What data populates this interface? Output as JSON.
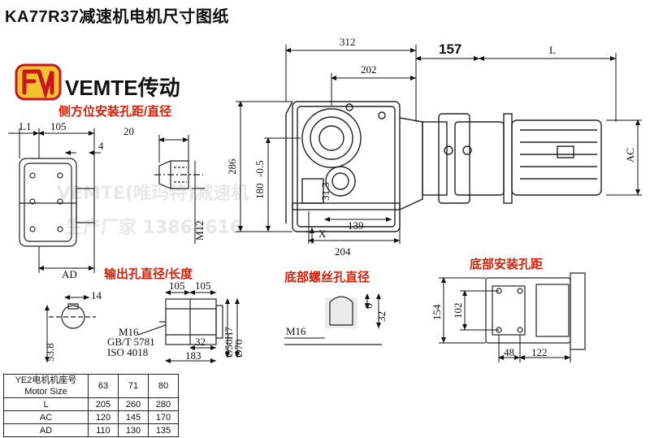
{
  "title": "KA77R37减速机电机尺寸图纸",
  "brand": {
    "logo_text": "FM",
    "name": "VEMTE传动"
  },
  "section_labels": {
    "side_holes": "侧方位安装孔距/直径",
    "output_bore": "输出孔直径/长度",
    "bottom_thread": "底部螺丝孔直径",
    "bottom_mount": "底部安装孔距"
  },
  "watermark": {
    "line1": "VEMTE(唯玛特)减速机",
    "line2": "生产厂家 13868616"
  },
  "dimensions": {
    "d312": "312",
    "d202": "202",
    "d157": "157",
    "dL": "L",
    "dAC": "AC",
    "d286": "286",
    "d180": "180",
    "d180tol": "-0.5",
    "d313": "31.3",
    "d139": "139",
    "d204": "204",
    "dX": "X",
    "dM12": "M12",
    "dL1": "L1",
    "d105a": "105",
    "d4": "4",
    "d20": "20",
    "dAD": "AD",
    "d14": "14",
    "d538": "53.8",
    "d105b": "105",
    "d105c": "105",
    "dM16a": "M16",
    "gb": "GB/T 5781",
    "iso": "ISO 4018",
    "d32a": "32",
    "d183": "183",
    "d50": "Ø50",
    "d50tol": "H7",
    "d70": "Ø70",
    "d6": "6",
    "d32b": "32",
    "dM16b": "M16",
    "d154": "154",
    "d102": "102",
    "d48": "48",
    "d122": "122"
  },
  "spec_table": {
    "header": [
      "YE2电机机座号",
      "63",
      "71",
      "80"
    ],
    "header_sub": "Motor Size",
    "rows": [
      {
        "label": "L",
        "values": [
          "205",
          "260",
          "280"
        ]
      },
      {
        "label": "AC",
        "values": [
          "120",
          "145",
          "170"
        ]
      },
      {
        "label": "AD",
        "values": [
          "110",
          "130",
          "135"
        ]
      }
    ]
  }
}
